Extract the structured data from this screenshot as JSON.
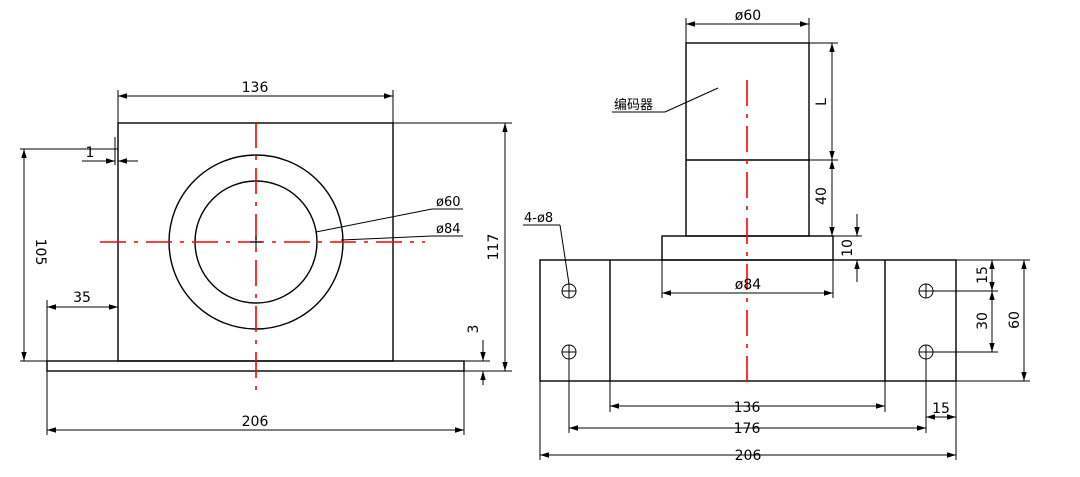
{
  "colors": {
    "outline": "#000000",
    "centerline": "#ff0000",
    "background": "#ffffff"
  },
  "front_view": {
    "dims": {
      "top_width": "136",
      "offset_small": "1",
      "height_left": "105",
      "height_right": "117",
      "left_offset": "35",
      "base_thickness": "3",
      "base_width": "206"
    },
    "callouts": {
      "inner_dia": "ø60",
      "outer_dia": "ø84"
    }
  },
  "side_view": {
    "dims": {
      "encoder_dia": "ø60",
      "encoder_length": "L",
      "section_height": "40",
      "flange_thickness": "10",
      "flange_dia": "ø84",
      "hole_spacing_top": "15",
      "hole_spacing_mid": "30",
      "base_height": "60",
      "inner_width": "136",
      "edge_offset": "15",
      "hole_span": "176",
      "base_width": "206"
    },
    "callouts": {
      "encoder": "编码器",
      "holes": "4-ø8"
    }
  }
}
